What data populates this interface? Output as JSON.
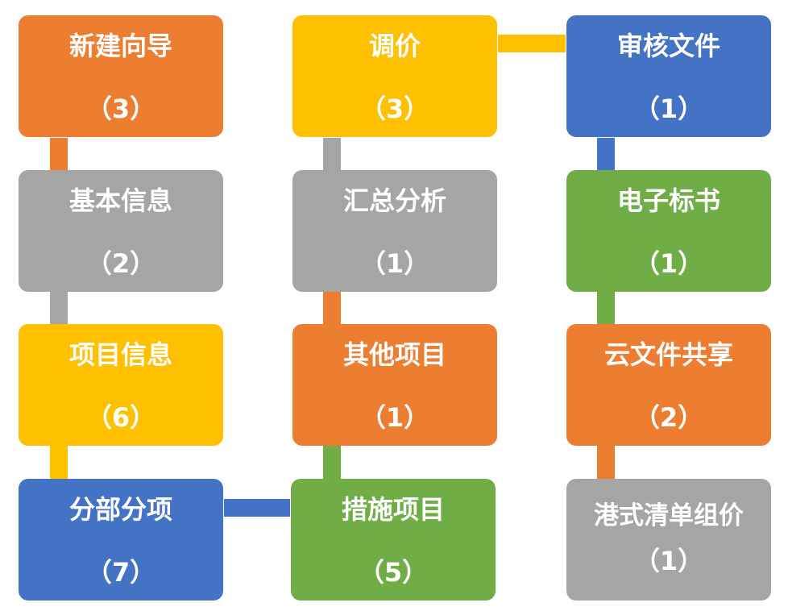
{
  "colors": {
    "orange": "#ED7D31",
    "gray": "#A5A5A5",
    "yellow": "#FFC000",
    "blue": "#4472C4",
    "green": "#70AD47"
  },
  "nodes": [
    {
      "id": "wizard",
      "label": "新建向导",
      "count": "（3）",
      "color": "orange"
    },
    {
      "id": "basic-info",
      "label": "基本信息",
      "count": "（2）",
      "color": "gray"
    },
    {
      "id": "project-info",
      "label": "项目信息",
      "count": "（6）",
      "color": "yellow"
    },
    {
      "id": "sub-items",
      "label": "分部分项",
      "count": "（7）",
      "color": "blue"
    },
    {
      "id": "price-adjust",
      "label": "调价",
      "count": "（3）",
      "color": "yellow"
    },
    {
      "id": "summary",
      "label": "汇总分析",
      "count": "（1）",
      "color": "gray"
    },
    {
      "id": "other-items",
      "label": "其他项目",
      "count": "（1）",
      "color": "orange"
    },
    {
      "id": "measures",
      "label": "措施项目",
      "count": "（5）",
      "color": "green"
    },
    {
      "id": "review",
      "label": "审核文件",
      "count": "（1）",
      "color": "blue"
    },
    {
      "id": "e-bid",
      "label": "电子标书",
      "count": "（1）",
      "color": "green"
    },
    {
      "id": "cloud-share",
      "label": "云文件共享",
      "count": "（2）",
      "color": "orange"
    },
    {
      "id": "hk-pricing",
      "label": "港式清单组价",
      "count": "（1）",
      "color": "gray"
    }
  ]
}
